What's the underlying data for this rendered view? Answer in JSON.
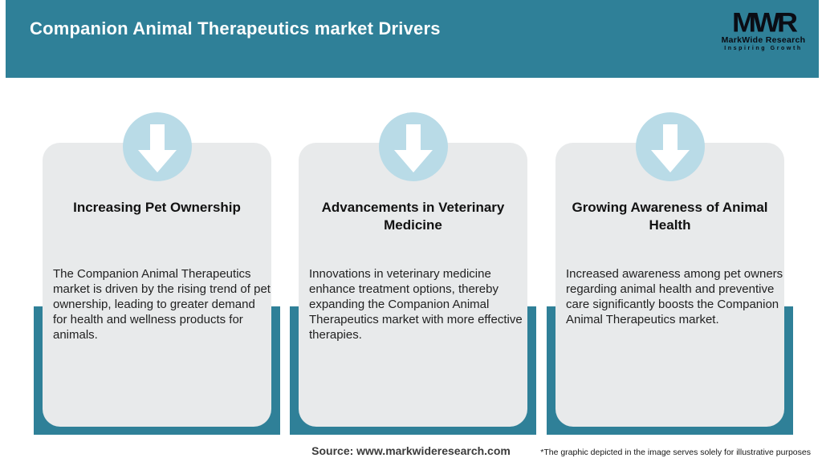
{
  "header": {
    "title": "Companion Animal Therapeutics market Drivers",
    "logo": {
      "acronym": "MWR",
      "name": "MarkWide Research",
      "tagline": "Inspiring Growth"
    }
  },
  "cards": [
    {
      "icon": "arrow-down-icon",
      "title": "Increasing Pet Ownership",
      "description": "The Companion Animal Therapeutics market is driven by the rising trend of pet ownership, leading to greater demand for health and wellness products for animals."
    },
    {
      "icon": "arrow-down-icon",
      "title": "Advancements in Veterinary Medicine",
      "description": "Innovations in veterinary medicine enhance treatment options, thereby expanding the Companion Animal Therapeutics market with more effective therapies."
    },
    {
      "icon": "arrow-down-icon",
      "title": "Growing Awareness of Animal Health",
      "description": "Increased awareness among pet owners regarding animal health and preventive care significantly boosts the Companion Animal Therapeutics market."
    }
  ],
  "footer": {
    "source": "Source: www.markwideresearch.com",
    "disclaimer": "*The graphic depicted in the image serves solely for illustrative purposes"
  },
  "colors": {
    "header_teal": "#2f8098",
    "panel_teal": "#2f8098",
    "card_gray": "#e8eaeb",
    "circle_blue": "#b9dbe7"
  }
}
